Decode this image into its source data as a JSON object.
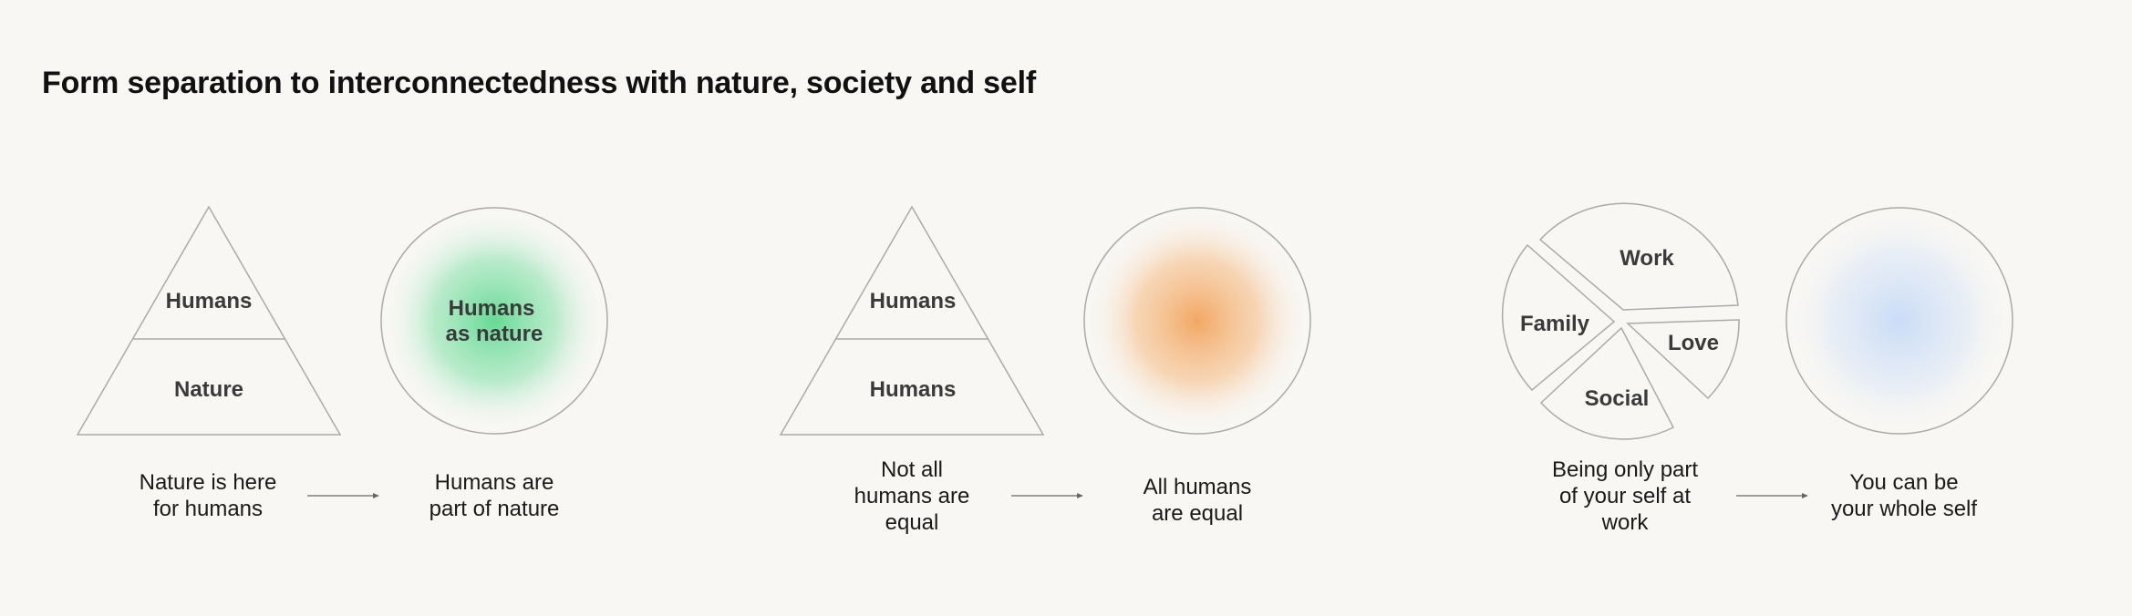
{
  "title": "Form separation to interconnectedness with nature, society and self",
  "groups": [
    {
      "from": {
        "shape_labels": [
          "Humans",
          "Nature"
        ],
        "caption": [
          "Nature is here",
          "for humans"
        ]
      },
      "to": {
        "shape_labels": [
          "Humans",
          "as nature"
        ],
        "caption": [
          "Humans are",
          "part of nature"
        ],
        "glow_color": "#5fd890"
      }
    },
    {
      "from": {
        "shape_labels": [
          "Humans",
          "Humans"
        ],
        "caption": [
          "Not all",
          "humans are",
          "equal"
        ]
      },
      "to": {
        "shape_labels": [],
        "caption": [
          "All humans",
          "are equal"
        ],
        "glow_color": "#f2a35c"
      }
    },
    {
      "from": {
        "shape_labels": [
          "Work",
          "Family",
          "Love",
          "Social"
        ],
        "caption": [
          "Being only part",
          "of your self at",
          "work"
        ]
      },
      "to": {
        "shape_labels": [],
        "caption": [
          "You can be",
          "your whole self"
        ],
        "glow_color": "#c9dcf7"
      }
    }
  ],
  "colors": {
    "stroke": "#aaaaaa",
    "arrow": "#666666",
    "background": "#f8f7f4"
  }
}
